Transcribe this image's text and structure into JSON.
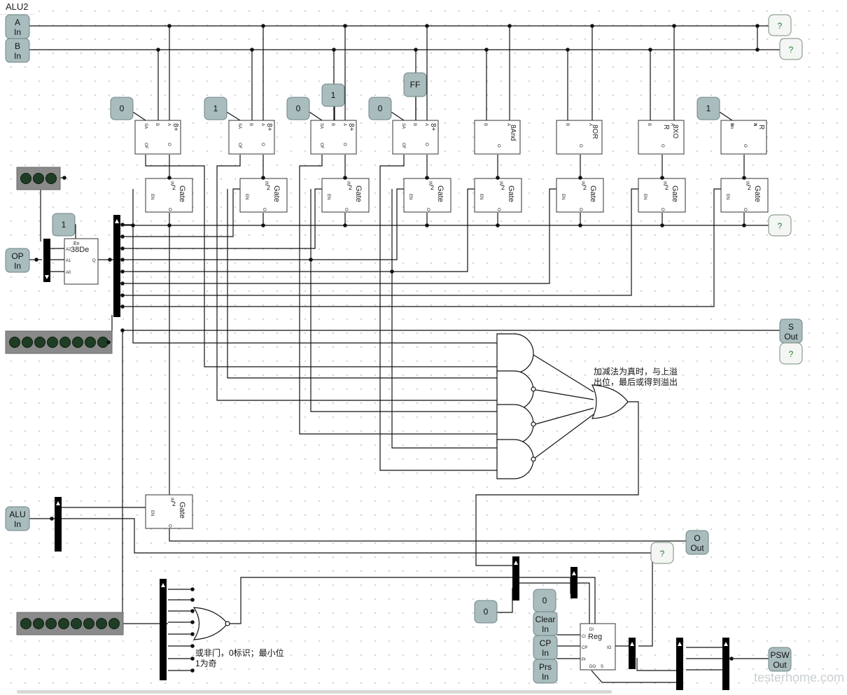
{
  "window": {
    "tab_title": "ALU2"
  },
  "inputs": {
    "a_in": [
      "A",
      "In"
    ],
    "b_in": [
      "B",
      "In"
    ],
    "op_in": [
      "OP",
      "In"
    ],
    "alu_in": [
      "ALU",
      "In"
    ],
    "clear_in": [
      "Clear",
      "In"
    ],
    "cp_in": [
      "CP",
      "In"
    ],
    "prs_in": [
      "Prs",
      "In"
    ]
  },
  "outputs": {
    "s_out": [
      "S",
      "Out"
    ],
    "o_out": [
      "O",
      "Out"
    ],
    "psw_out": [
      "PSW",
      "Out"
    ]
  },
  "probe_label": "?",
  "constants": {
    "c0a": "0",
    "c1a": "1",
    "c0b": "0",
    "c1b": "1",
    "c0c": "0",
    "cff": "FF",
    "c1c": "1",
    "c1dec": "1",
    "c0mux": "0",
    "c0reg": "0"
  },
  "components": {
    "adder_name": "8+",
    "and_name": "8And",
    "or_name": "8OR",
    "xor_name": [
      "8XO",
      "R"
    ],
    "nr_name": "R",
    "gate_name": "Gate",
    "decoder_name": "38De",
    "reg_name": "Reg"
  },
  "pin_labels": {
    "sa": "SA",
    "b": "B",
    "a": "A",
    "of": "OF",
    "o": "O",
    "en": "EN",
    "in": "IN",
    "two": "2",
    "em": "em",
    "n": "N",
    "dec_en": "En",
    "a2": "A2",
    "a1": "A1",
    "a0": "A0",
    "q": "Q",
    "reg_di": "DI",
    "reg_cl": "Cl",
    "reg_cp": "CP",
    "reg_pr": "Pr",
    "reg_do": "DO",
    "reg_s": "S",
    "reg_io": "IO"
  },
  "annotations": {
    "overflow_line1": "加减法为真时，与上溢",
    "overflow_line2": "出位，最后或得到溢出",
    "zero_line1": "或非门，0标识；最小位",
    "zero_line2": "1为奇"
  },
  "watermark": "testerhome.com"
}
